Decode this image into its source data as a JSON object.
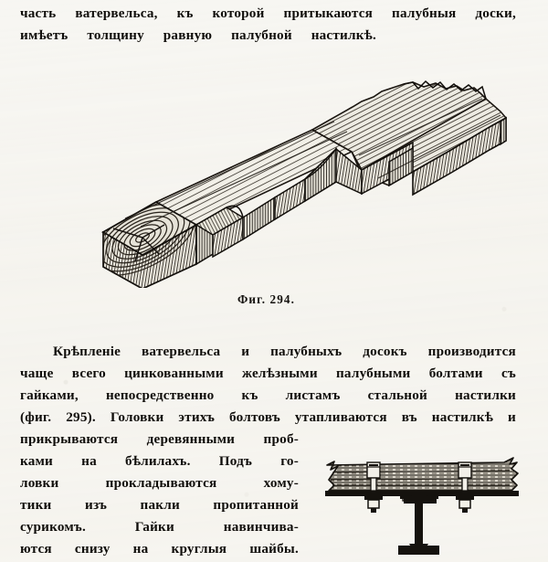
{
  "page": {
    "language": "Russian (pre-1918 orthography)",
    "background_color": "#f7f6f2",
    "ink_color": "#14110e"
  },
  "top_paragraph": {
    "lines": [
      {
        "id": "t1",
        "words": [
          "часть",
          "ватервельса,",
          "къ",
          "которой",
          "притыкаются",
          "палубныя",
          "доски,"
        ],
        "justified": true
      },
      {
        "id": "t2",
        "words": [
          "имѣетъ",
          "толщину",
          "равную",
          "палубной",
          "настилкѣ."
        ],
        "justified": false
      }
    ]
  },
  "figure_294": {
    "caption": "Фиг. 294.",
    "subject": "waterway-timber-isometric",
    "description": "Stepped waterway timber (ватервельсъ) drawn in isometric projection with engraved wood-grain hatching, end grain with growth rings, and a jagged break line at the far end."
  },
  "body_paragraph": {
    "lines": [
      {
        "id": "b1",
        "words": [
          "Крѣпленіе",
          "ватервельса",
          "и",
          "палубныхъ",
          "досокъ",
          "производится"
        ],
        "justified": true,
        "indent": true
      },
      {
        "id": "b2",
        "words": [
          "чаще",
          "всего",
          "цинкованными",
          "желѣзными",
          "палубными",
          "болтами",
          "съ"
        ],
        "justified": true
      },
      {
        "id": "b3",
        "words": [
          "гайками,",
          "непосредственно",
          "къ",
          "листамъ",
          "стальной",
          "настилки"
        ],
        "justified": true
      },
      {
        "id": "b4",
        "words": [
          "(фиг.",
          "295).",
          "Головки",
          "этихъ",
          "болтовъ",
          "утапливаются",
          "въ",
          "настилкѣ",
          "и"
        ],
        "justified": true
      },
      {
        "id": "b5",
        "words": [
          "прикрываются",
          "деревянными",
          "проб-"
        ],
        "justified": true,
        "narrow": true
      },
      {
        "id": "b6",
        "words": [
          "ками",
          "на",
          "бѣлилахъ.",
          "Подъ",
          "го-"
        ],
        "justified": true,
        "narrow": true
      },
      {
        "id": "b7",
        "words": [
          "ловки",
          "прокладываются",
          "хому-"
        ],
        "justified": true,
        "narrow": true
      },
      {
        "id": "b8",
        "words": [
          "тики",
          "изъ",
          "пакли",
          "пропитанной"
        ],
        "justified": true,
        "narrow": true
      },
      {
        "id": "b9",
        "words": [
          "сурикомъ.",
          "Гайки",
          "навинчива-"
        ],
        "justified": true,
        "narrow": true
      },
      {
        "id": "b10",
        "words": [
          "ются",
          "снизу",
          "на",
          "круглыя",
          "шайбы."
        ],
        "justified": true,
        "narrow": true
      }
    ]
  },
  "figure_295": {
    "subject": "deck-bolt-cross-section",
    "description": "Cross-section of deck planking bolted through a steel deck plate onto a T-beam; two galvanised bolts with countersunk heads, plugs, washers and nuts."
  }
}
